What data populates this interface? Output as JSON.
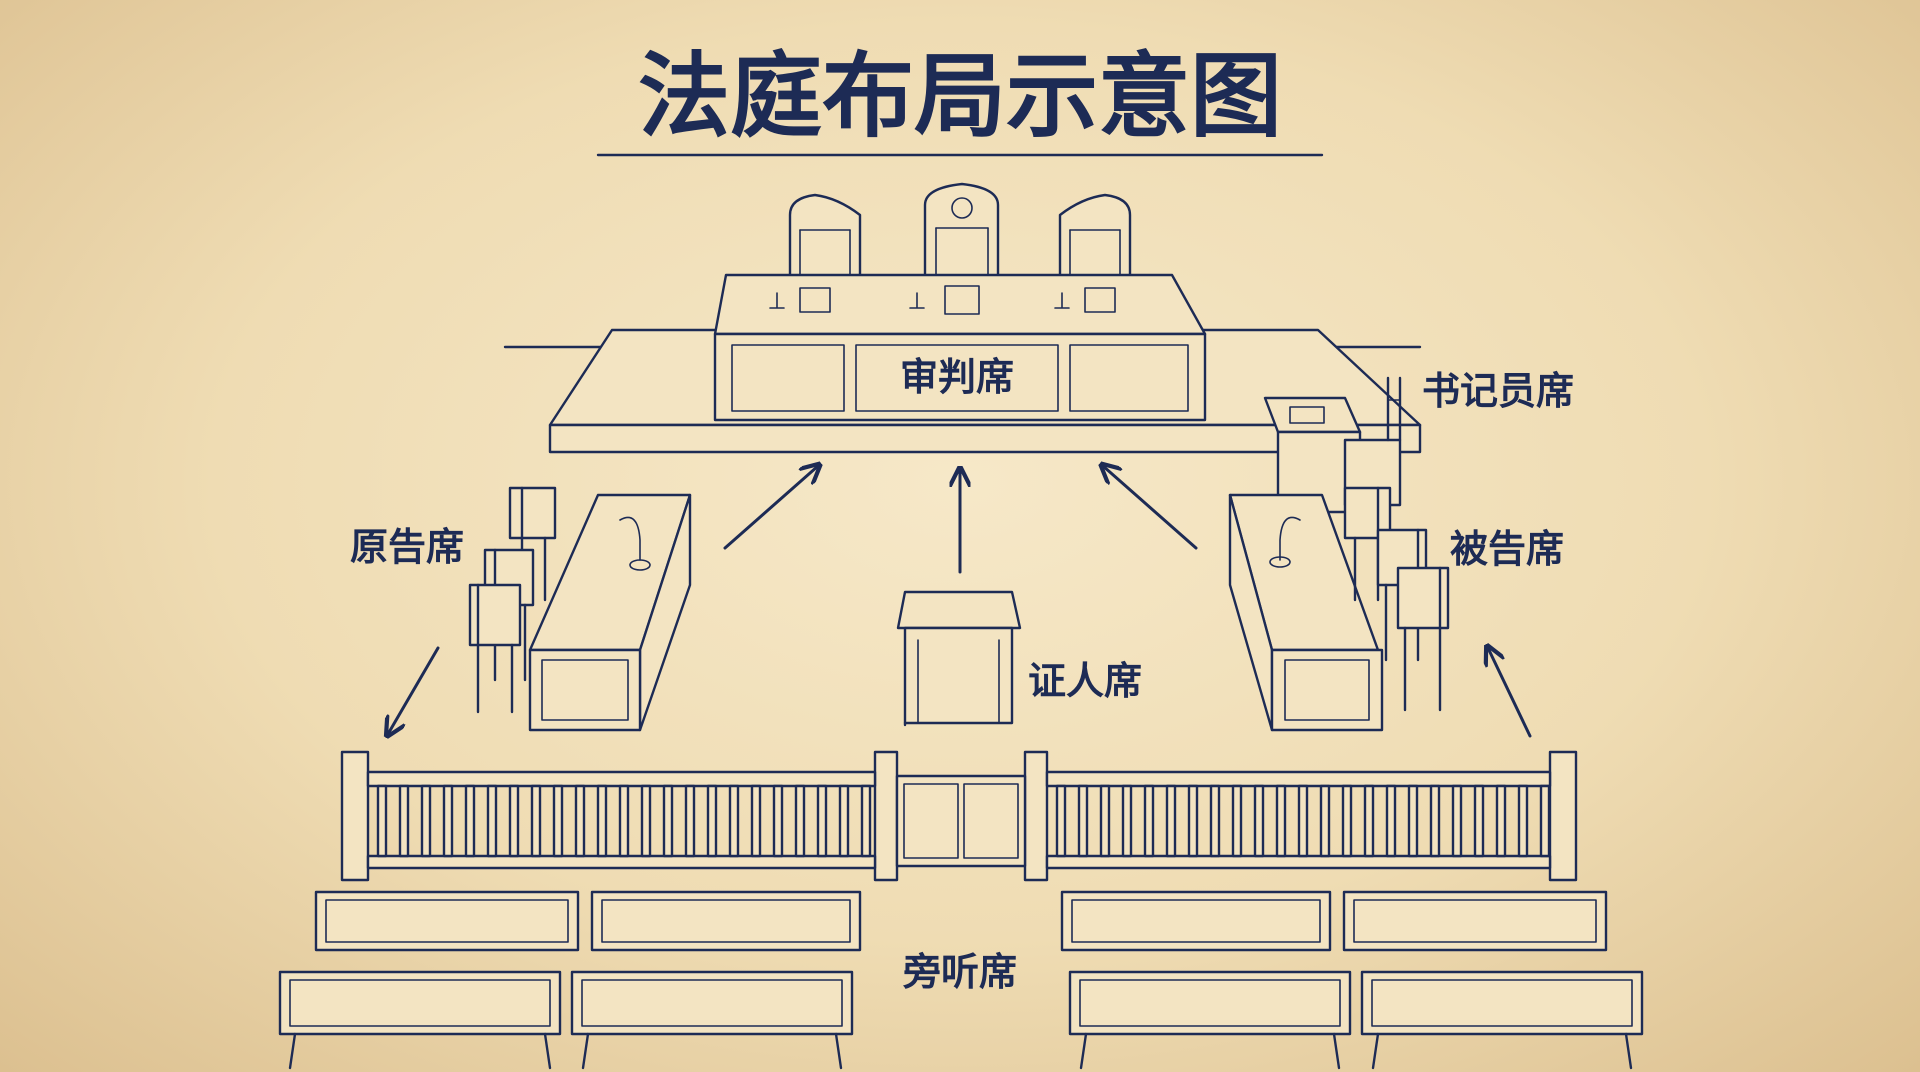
{
  "title": "法庭布局示意图",
  "labels": {
    "judge": "审判席",
    "clerk": "书记员席",
    "plaintiff": "原告席",
    "defendant": "被告席",
    "witness": "证人席",
    "gallery": "旁听席"
  },
  "colors": {
    "ink": "#1d2b55",
    "paper": "#f3e4c2",
    "background": "#efdcb3"
  }
}
